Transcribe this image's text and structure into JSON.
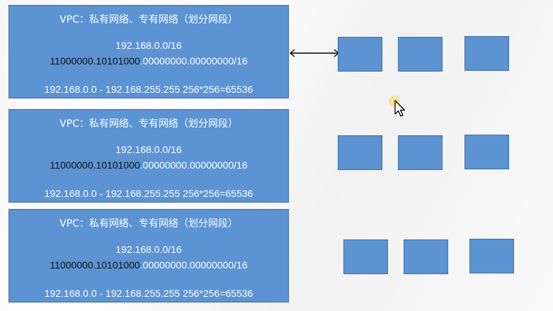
{
  "vpc_blocks": [
    {
      "title": "VPC：私有网络、专有网络（划分网段）",
      "cidr": "192.168.0.0/16",
      "binary_network": "11000000.10101000",
      "binary_host": ".00000000.00000000/16",
      "range": "192.168.0.0 - 192.168.255.255  256*256=65536"
    },
    {
      "title": "VPC：私有网络、专有网络（划分网段）",
      "cidr": "192.168.0.0/16",
      "binary_network": "11000000.10101000",
      "binary_host": ".00000000.00000000/16",
      "range": "192.168.0.0 - 192.168.255.255  256*256=65536"
    },
    {
      "title": "VPC：私有网络、专有网络（划分网段）",
      "cidr": "192.168.0.0/16",
      "binary_network": "11000000.10101000",
      "binary_host": ".00000000.00000000/16",
      "range": "192.168.0.0 - 192.168.255.255  256*256=65536"
    }
  ],
  "colors": {
    "box_fill": "#5b93d3",
    "box_border": "#3f6fa6",
    "network_bits": "#111111",
    "cursor_highlight": "#f3e27a"
  },
  "icons": [
    "double-arrow-icon",
    "mouse-pointer-icon"
  ]
}
